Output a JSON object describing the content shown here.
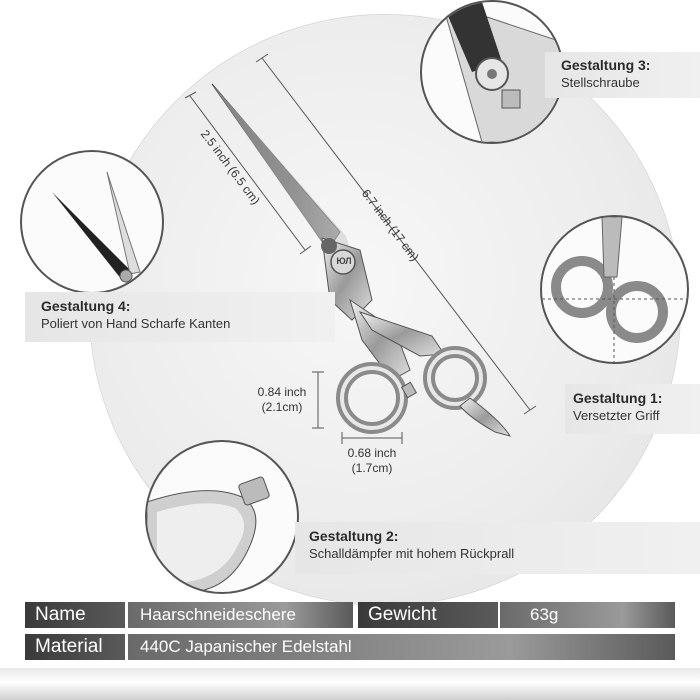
{
  "callouts": {
    "c3": {
      "title": "Gestaltung 3:",
      "text": "Stellschraube"
    },
    "c4": {
      "title": "Gestaltung 4:",
      "text": "Poliert von Hand Scharfe Kanten"
    },
    "c1": {
      "title": "Gestaltung 1:",
      "text": "Versetzter Griff"
    },
    "c2": {
      "title": "Gestaltung 2:",
      "text": "Schalldämpfer mit hohem Rückprall"
    }
  },
  "dimensions": {
    "blade": "2.5 inch (6.5 cm)",
    "total": "6.7 inch (17 cm)",
    "ring_height": {
      "inch": "0.84 inch",
      "cm": "(2.1cm)"
    },
    "ring_width": {
      "inch": "0.68 inch",
      "cm": "(1.7cm)"
    }
  },
  "specs": {
    "name_label": "Name",
    "name_value": "Haarschneideschere",
    "weight_label": "Gewicht",
    "weight_value": "63g",
    "material_label": "Material",
    "material_value": "440C Japanischer Edelstahl"
  },
  "logo_text": "ЮЛ"
}
